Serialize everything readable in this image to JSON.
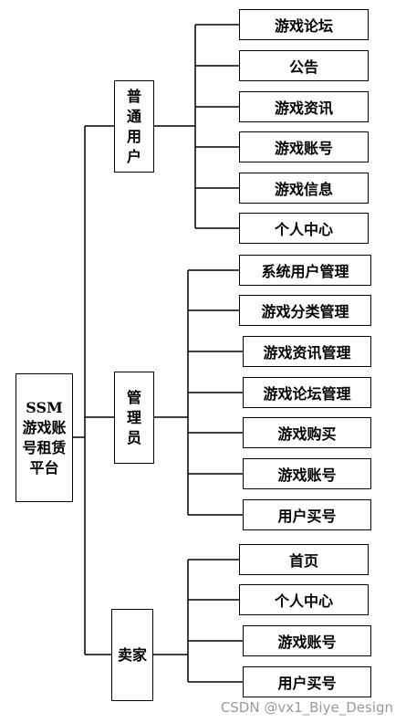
{
  "root": {
    "label": "SSM游戏账号租赁平台"
  },
  "groups": [
    {
      "label": "普通用户",
      "children": [
        "游戏论坛",
        "公告",
        "游戏资讯",
        "游戏账号",
        "游戏信息",
        "个人中心"
      ]
    },
    {
      "label": "管理员",
      "children": [
        "系统用户管理",
        "游戏分类管理",
        "游戏资讯管理",
        "游戏论坛管理",
        "游戏购买",
        "游戏账号",
        "用户买号"
      ]
    },
    {
      "label": "卖家",
      "children": [
        "首页",
        "个人中心",
        "游戏账号",
        "用户买号"
      ]
    }
  ],
  "watermark": "CSDN @vx1_Biye_Design",
  "colors": {
    "line": "#000000",
    "box_border": "#000000",
    "watermark": "#9a9a9a"
  }
}
